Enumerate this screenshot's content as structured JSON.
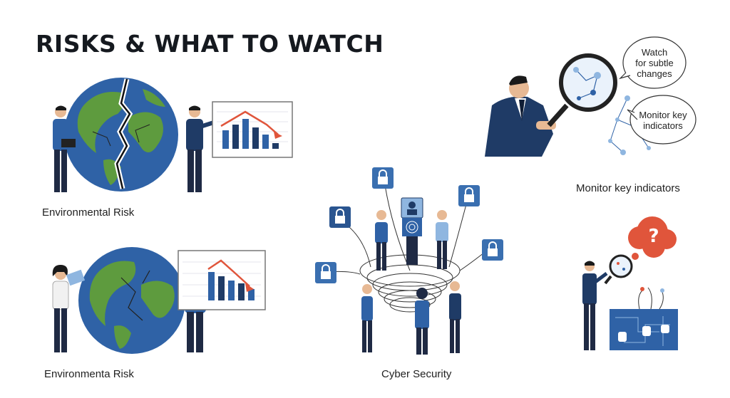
{
  "page": {
    "title": "RISKS & WHAT TO WATCH",
    "colors": {
      "navy": "#1f3b66",
      "blue": "#2f62a6",
      "light_blue": "#8fb6e0",
      "green": "#5e9b3e",
      "red": "#e0553b",
      "text": "#15191f"
    }
  },
  "panels": {
    "environmental_top": {
      "caption": "Environmental Risk"
    },
    "environmental_bottom": {
      "caption": "Environmenta Risk"
    },
    "cyber": {
      "caption": "Cyber Security"
    },
    "monitor": {
      "caption": "Monitor key indicators",
      "bubble_1": [
        "Watch",
        "for subtle",
        "changes"
      ],
      "bubble_2": [
        "Monitor key",
        "indicators"
      ]
    },
    "question": {
      "symbol": "?"
    }
  }
}
